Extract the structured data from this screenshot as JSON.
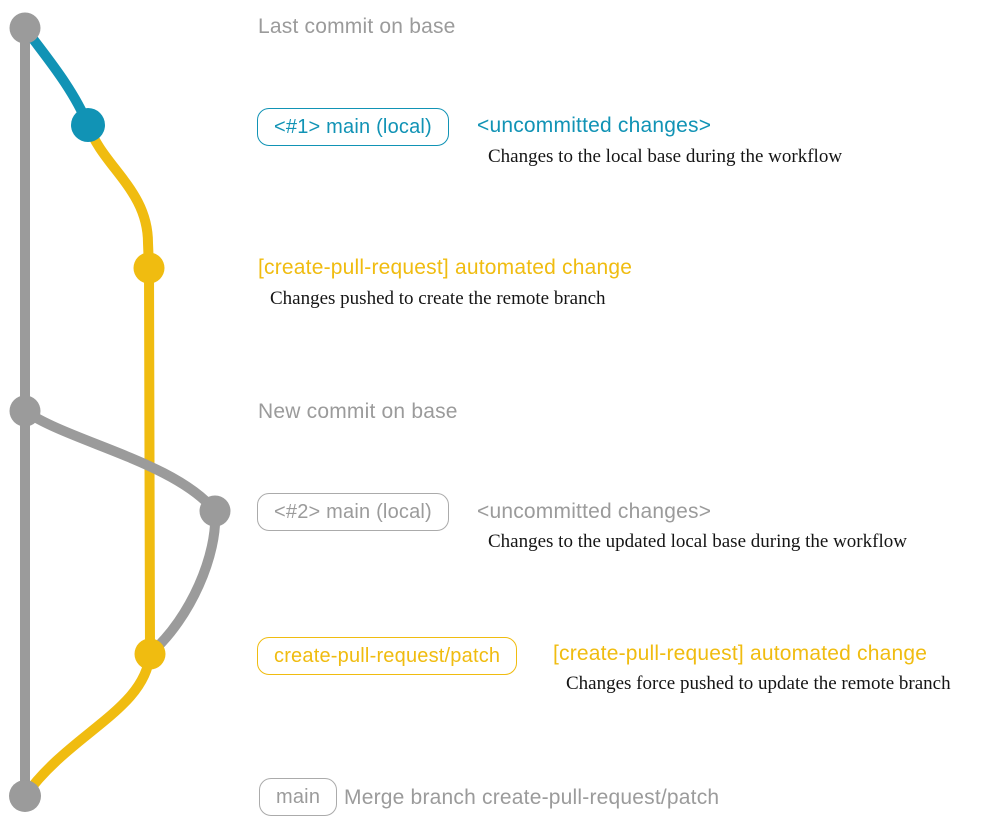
{
  "colors": {
    "teal": "#1193b5",
    "yellow": "#f0bc10",
    "gray": "#9b9b9b",
    "ink": "#151515",
    "border_gray": "#ababab"
  },
  "graph": {
    "branch_colors_in_order": [
      "gray",
      "teal",
      "yellow"
    ],
    "commit_node_colors_top_to_bottom": [
      "gray",
      "teal",
      "yellow",
      "gray",
      "gray",
      "yellow",
      "gray"
    ]
  },
  "annotations": {
    "last_commit_label": "Last commit on base",
    "row1_badge": "<#1> main (local)",
    "row1_title": "<uncommitted changes>",
    "row1_caption": "Changes to the local base during the workflow",
    "row2_title": "[create-pull-request] automated change",
    "row2_caption": "Changes pushed to create the remote branch",
    "new_commit_label": "New commit on base",
    "row3_badge": "<#2> main (local)",
    "row3_title": "<uncommitted changes>",
    "row3_caption": "Changes to the updated local base during the workflow",
    "row4_badge": "create-pull-request/patch",
    "row4_title": "[create-pull-request] automated change",
    "row4_caption": "Changes force pushed to update the remote branch",
    "row5_badge": "main",
    "row5_title": "Merge branch create-pull-request/patch"
  }
}
